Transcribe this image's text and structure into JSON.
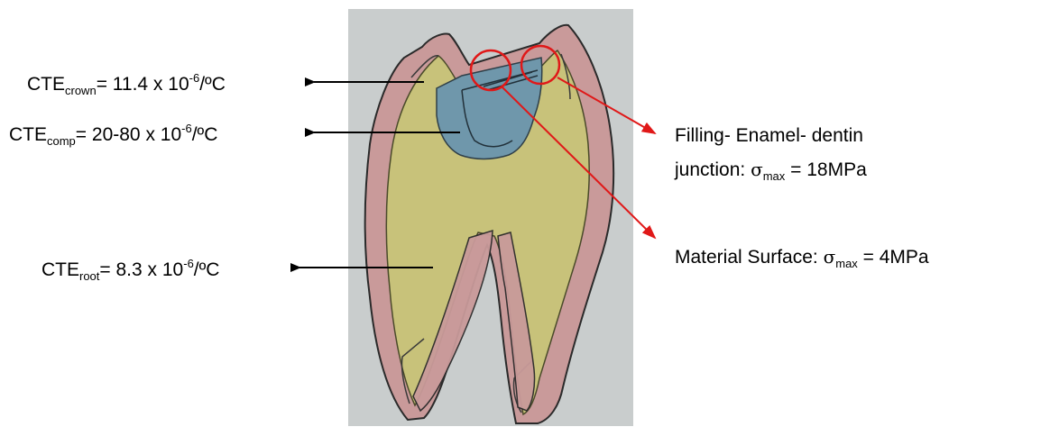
{
  "labels": {
    "crown": {
      "prefix": "CTE",
      "sub": "crown",
      "mid": "= 11.4 x 10",
      "sup": "-6",
      "unit": "/ºC"
    },
    "comp": {
      "prefix": "CTE",
      "sub": "comp",
      "mid": "=  20-80 x 10",
      "sup": "-6",
      "unit": "/ºC"
    },
    "root": {
      "prefix": "CTE",
      "sub": "root",
      "mid": "= 8.3 x 10",
      "sup": "-6",
      "unit": "/ºC"
    }
  },
  "annotations": {
    "junction_line1": "Filling- Enamel- dentin",
    "junction_line2_pre": "junction: ",
    "junction_sym": "σ",
    "junction_sub": "max",
    "junction_val": " = 18MPa",
    "surface_pre": "Material Surface: ",
    "surface_sym": "σ",
    "surface_sub": "max",
    "surface_val": " = 4MPa"
  },
  "colors": {
    "background_panel": "#c9cdcd",
    "enamel": "#c99a9a",
    "dentin": "#c8c27a",
    "filling": "#6f97ab",
    "highlight_circle": "#e01818",
    "red_arrow": "#e01818",
    "black_arrow": "#000000"
  }
}
